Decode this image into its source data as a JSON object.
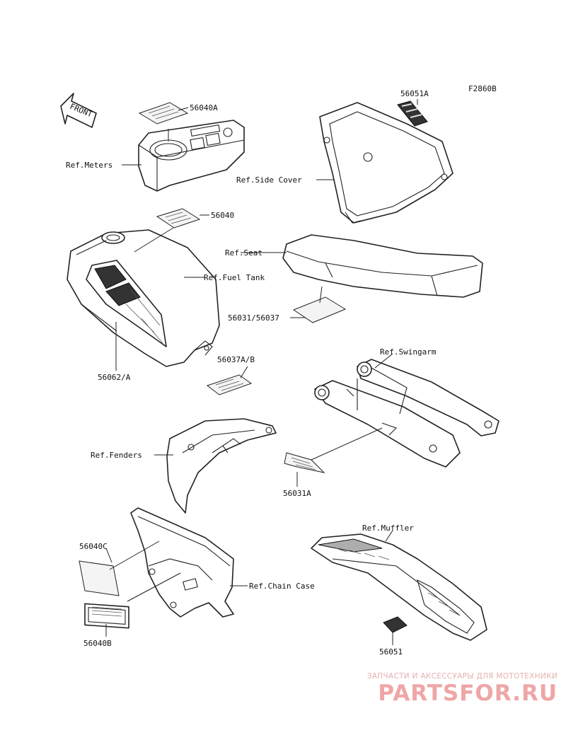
{
  "figure_code": "F2860B",
  "front_indicator": "FRONT",
  "callouts": {
    "ref_meters": "Ref.Meters",
    "ref_side_cover": "Ref.Side Cover",
    "ref_fuel_tank": "Ref.Fuel Tank",
    "ref_seat": "Ref.Seat",
    "ref_swingarm": "Ref.Swingarm",
    "ref_fenders": "Ref.Fenders",
    "ref_muffler": "Ref.Muffler",
    "ref_chain_case": "Ref.Chain Case"
  },
  "part_numbers": {
    "p56040A": "56040A",
    "p56051A": "56051A",
    "p56040": "56040",
    "p56031_56037": "56031/56037",
    "p56062A": "56062/A",
    "p56037AB": "56037A/B",
    "p56031A": "56031A",
    "p56040C": "56040C",
    "p56040B": "56040B",
    "p56051": "56051"
  },
  "watermark": {
    "tagline": "ЗАПЧАСТИ И АКСЕССУАРЫ ДЛЯ МОТОТЕХНИКИ",
    "logo": "PARTSFOR.RU"
  }
}
